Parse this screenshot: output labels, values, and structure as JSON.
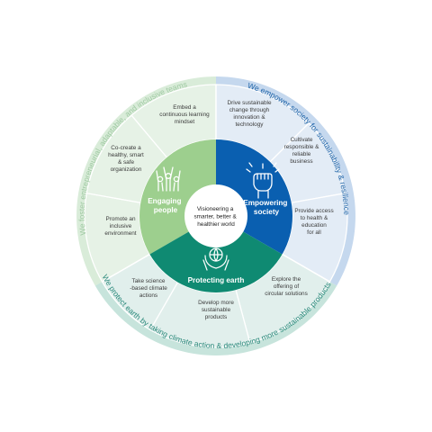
{
  "outer_ring": {
    "left": "We foster entrepreneurial, adaptable, and inclusive teams",
    "right": "We empower society for sustainability & resilience",
    "bottom": "We protect earth by taking climate action & developing more sustainable products"
  },
  "center": [
    "Visioneering a",
    "smarter, better &",
    "healthier world"
  ],
  "pillars": {
    "engaging": [
      "Engaging",
      "people"
    ],
    "empowering": [
      "Empowering",
      "society"
    ],
    "protecting": [
      "Protecting earth"
    ]
  },
  "segments": {
    "embed_learning": [
      "Embed a",
      "continuous learning",
      "mindset"
    ],
    "drive_change": [
      "Drive sustainable",
      "change through",
      "innovation &",
      "technology"
    ],
    "cultivate": [
      "Cultivate",
      "responsible &",
      "reliable",
      "business"
    ],
    "provide_access": [
      "Provide access",
      "to health &",
      "education",
      "for all"
    ],
    "explore_circular": [
      "Explore the",
      "offering of",
      "circular solutions"
    ],
    "develop_products": [
      "Develop more",
      "sustainable",
      "products"
    ],
    "science_targets": [
      "Take science",
      "-based climate",
      "actions"
    ],
    "promote_inclusive": [
      "Promote an",
      "inclusive",
      "environment"
    ],
    "cocreate": [
      "Co-create a",
      "healthy, smart",
      "& safe",
      "organization"
    ]
  },
  "colors": {
    "green_light": "#e6f2e6",
    "green_mid": "#9dcf8e",
    "blue_light": "#e3ecf6",
    "blue_dark": "#0a5fb0",
    "teal_light": "#e1efec",
    "teal_dark": "#0f8a72",
    "ring_green": "#d9ecd9",
    "ring_blue": "#c5d8ee",
    "ring_teal": "#c7e4dc"
  },
  "icons": {
    "engaging": "people-cheering-icon",
    "empowering": "raised-fist-icon",
    "protecting": "hands-holding-globe-icon"
  }
}
